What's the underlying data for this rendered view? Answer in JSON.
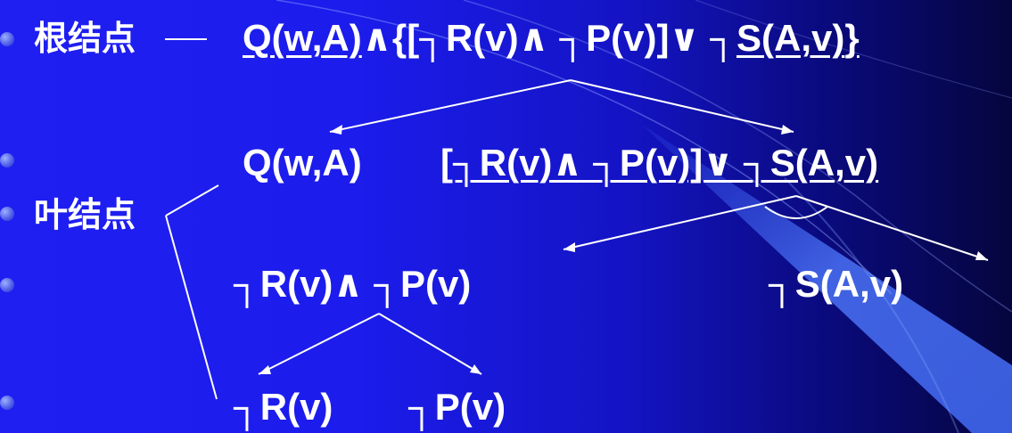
{
  "labels": {
    "root": "根结点",
    "leaf": "叶结点"
  },
  "root_expr": {
    "q": "Q(w,A)",
    "and_bracket": "∧{[┐R(v)∧ ┐P(v)]∨ ┐",
    "s": "S(A,v)",
    "close": "}"
  },
  "level1": {
    "left": "Q(w,A)",
    "right": "[┐R(v)∧ ┐P(v)]∨ ┐S(A,v)"
  },
  "level2": {
    "left": "┐R(v)∧ ┐P(v)",
    "right": "┐S(A,v)"
  },
  "level3": {
    "left": "┐R(v)",
    "right": "┐P(v)"
  },
  "colors": {
    "background_left": "#1f1ff2",
    "background_right": "#05053e",
    "text": "#ffffff",
    "beam": "#4a6cf0"
  }
}
